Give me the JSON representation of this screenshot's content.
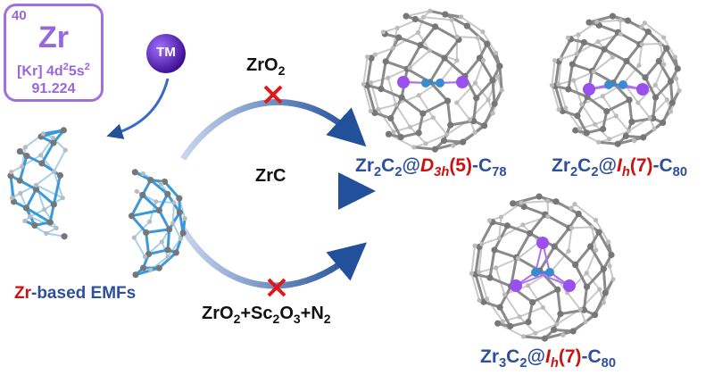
{
  "element_card": {
    "atomic_number": "40",
    "symbol": "Zr",
    "config_prefix": "[Kr] 4d",
    "config_sup1": "2",
    "config_mid": "5s",
    "config_sup2": "2",
    "atomic_mass": "91.224"
  },
  "tm_ball": {
    "label": "TM"
  },
  "left_label": {
    "highlight": "Zr",
    "rest": "-based EMFs"
  },
  "routes": [
    {
      "label_main": "ZrO",
      "label_sub": "2",
      "status": "failed"
    },
    {
      "label_main": "ZrC",
      "status": "success"
    },
    {
      "label_parts": [
        "ZrO",
        "2",
        "+Sc",
        "2",
        "O",
        "3",
        "+N",
        "2"
      ],
      "status": "failed"
    }
  ],
  "products": [
    {
      "a": "Zr",
      "a_sub": "2",
      "b": "C",
      "b_sub": "2",
      "at": "@",
      "sym": "D",
      "sym_sub": "3h",
      "iso": "(5)",
      "cage": "-C",
      "cage_sub": "78"
    },
    {
      "a": "Zr",
      "a_sub": "2",
      "b": "C",
      "b_sub": "2",
      "at": "@",
      "sym": "I",
      "sym_sub": "h",
      "iso": "(7)",
      "cage": "-C",
      "cage_sub": "80"
    },
    {
      "a": "Zr",
      "a_sub": "3",
      "b": "C",
      "b_sub": "2",
      "at": "@",
      "sym": "I",
      "sym_sub": "h",
      "iso": "(7)",
      "cage": "-C",
      "cage_sub": "80"
    }
  ],
  "colors": {
    "purple": "#9a66dd",
    "blue": "#2d4f9e",
    "red": "#cc1111",
    "cage": "#8a8a8a",
    "fragment": "#3a9ad9"
  }
}
